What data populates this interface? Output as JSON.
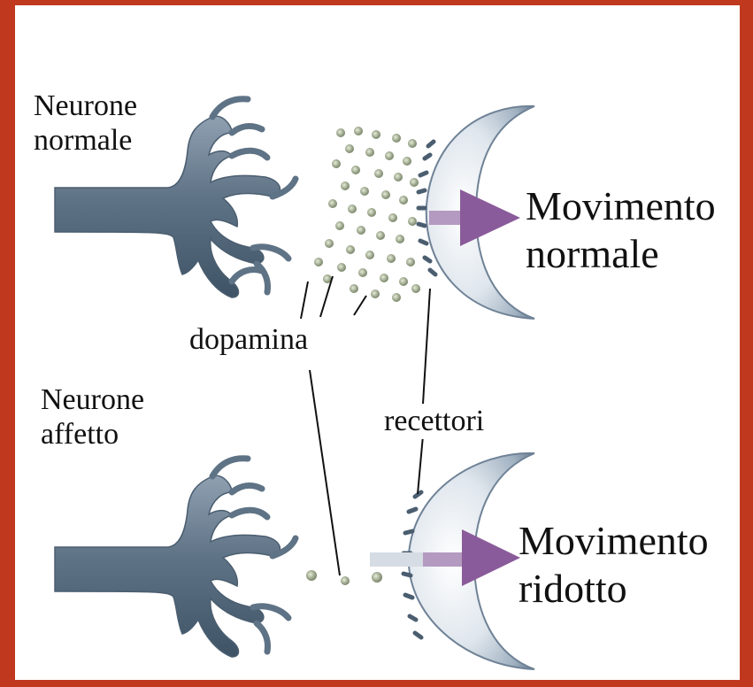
{
  "colors": {
    "background_frame": "#c0391f",
    "neuron_fill": "#6f8294",
    "neuron_highlight": "#aab8c6",
    "receptor_fill": "#7a8fa3",
    "arrow": "#8a5b9a",
    "dopamine": "#8c9a84"
  },
  "labels": {
    "neuron_normal": [
      "Neurone",
      "normale"
    ],
    "neuron_affected": [
      "Neurone",
      "affetto"
    ],
    "dopamine": "dopamina",
    "receptors": "recettori",
    "movement_normal": [
      "Movimento",
      "normale"
    ],
    "movement_reduced": [
      "Movimento",
      "ridotto"
    ]
  }
}
